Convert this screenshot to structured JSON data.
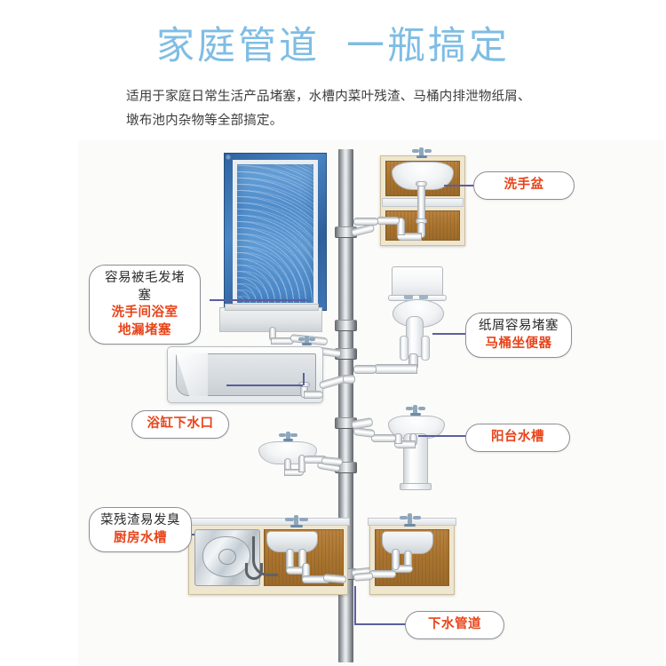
{
  "header": {
    "title": "家庭管道  一瓶搞定",
    "subtitle_line1": "适用于家庭日常生活产品堵塞，水槽内菜叶残渣、马桶内排泄物纸屑、",
    "subtitle_line2": "墩布池内杂物等全部搞定。",
    "title_color": "#7fbde4"
  },
  "colors": {
    "accent_red": "#e8441a",
    "callout_border": "#8d8f96",
    "leader_line": "#5a5f9e",
    "panel_bg": "#fbfbf9",
    "tile_blue": "#4f8ccb",
    "pipe_gray": "#9aa0a5"
  },
  "callouts": [
    {
      "id": "washbasin",
      "lines": [
        {
          "text": "洗手盆",
          "style": "red"
        }
      ]
    },
    {
      "id": "floor-drain",
      "lines": [
        {
          "text": "容易被毛发堵塞",
          "style": "dark"
        },
        {
          "text": "洗手间浴室",
          "style": "red"
        },
        {
          "text": "地漏堵塞",
          "style": "red"
        }
      ]
    },
    {
      "id": "toilet",
      "lines": [
        {
          "text": "纸屑容易堵塞",
          "style": "dark"
        },
        {
          "text": "马桶坐便器",
          "style": "red"
        }
      ]
    },
    {
      "id": "bathtub-drain",
      "lines": [
        {
          "text": "浴缸下水口",
          "style": "red"
        }
      ]
    },
    {
      "id": "balcony-sink",
      "lines": [
        {
          "text": "阳台水槽",
          "style": "red"
        }
      ]
    },
    {
      "id": "kitchen-sink",
      "lines": [
        {
          "text": "菜残渣易发臭",
          "style": "dark"
        },
        {
          "text": "厨房水槽",
          "style": "red"
        }
      ]
    },
    {
      "id": "drain-pipe",
      "lines": [
        {
          "text": "下水管道",
          "style": "red"
        }
      ]
    }
  ],
  "fixtures": {
    "shower_enclosure": "blue-tiled-shower-enclosure",
    "vanity_cabinet": "wall-hung-vanity-cabinet-with-basin",
    "toilet": "floor-mounted-toilet-with-tank",
    "bathtub": "white-rectangular-bathtub",
    "pedestal_sink": "pedestal-wash-basin",
    "wall_basin": "wall-mounted-wash-basin",
    "kitchen_cabinet": "double-bay-kitchen-cabinet-with-stainless-sink",
    "balcony_cabinet": "single-bay-cabinet-with-sink",
    "drain_stack": "vertical-drain-stack-pipe"
  }
}
